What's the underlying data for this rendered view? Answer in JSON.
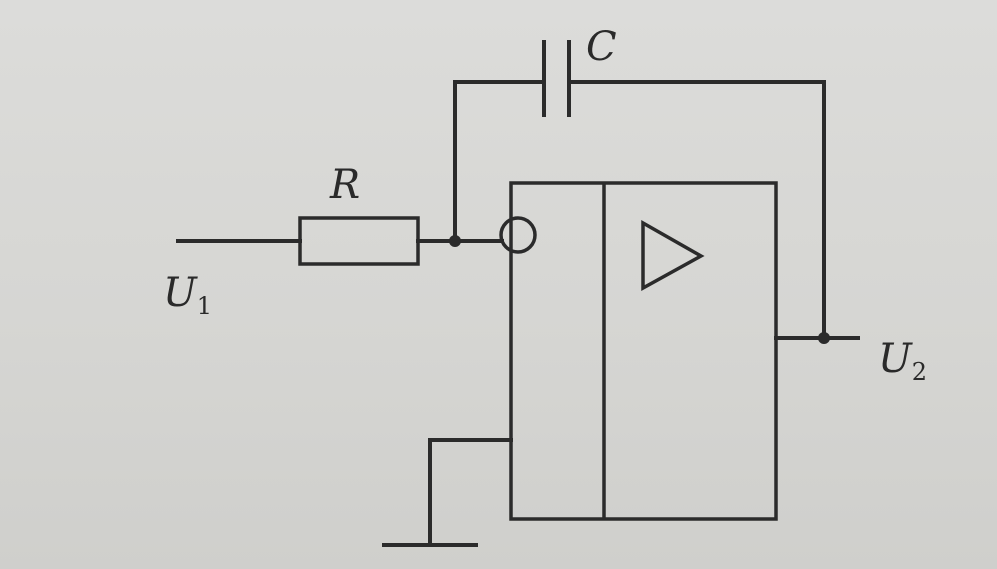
{
  "labels": {
    "resistor": "R",
    "capacitor": "C",
    "input_main": "U",
    "input_sub": "1",
    "output_main": "U",
    "output_sub": "2"
  }
}
